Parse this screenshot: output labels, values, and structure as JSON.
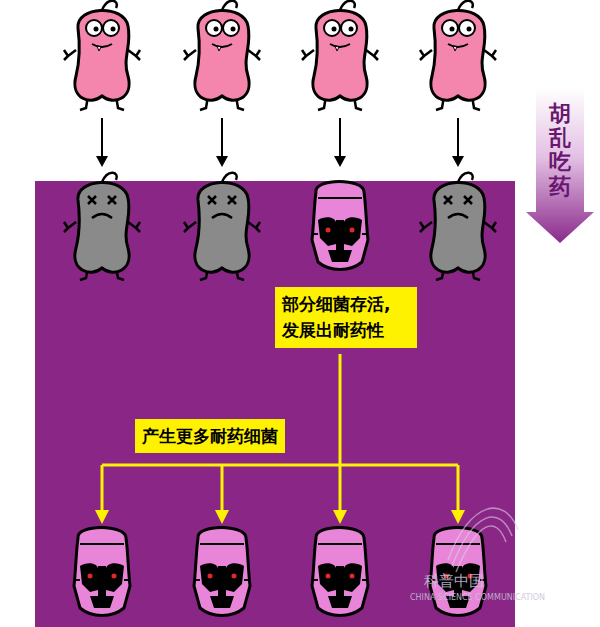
{
  "diagram": {
    "nodes": [
      {
        "text": [
          "胡乱吃药"
        ]
      },
      {
        "text": [
          "部分细菌存活, 发展出耐药性"
        ]
      },
      {
        "text": [
          "产生更多耐药细菌"
        ]
      }
    ],
    "labels": [
      "科普中国",
      "CHINA SCIENCE COMMUNICATION"
    ]
  }
}
